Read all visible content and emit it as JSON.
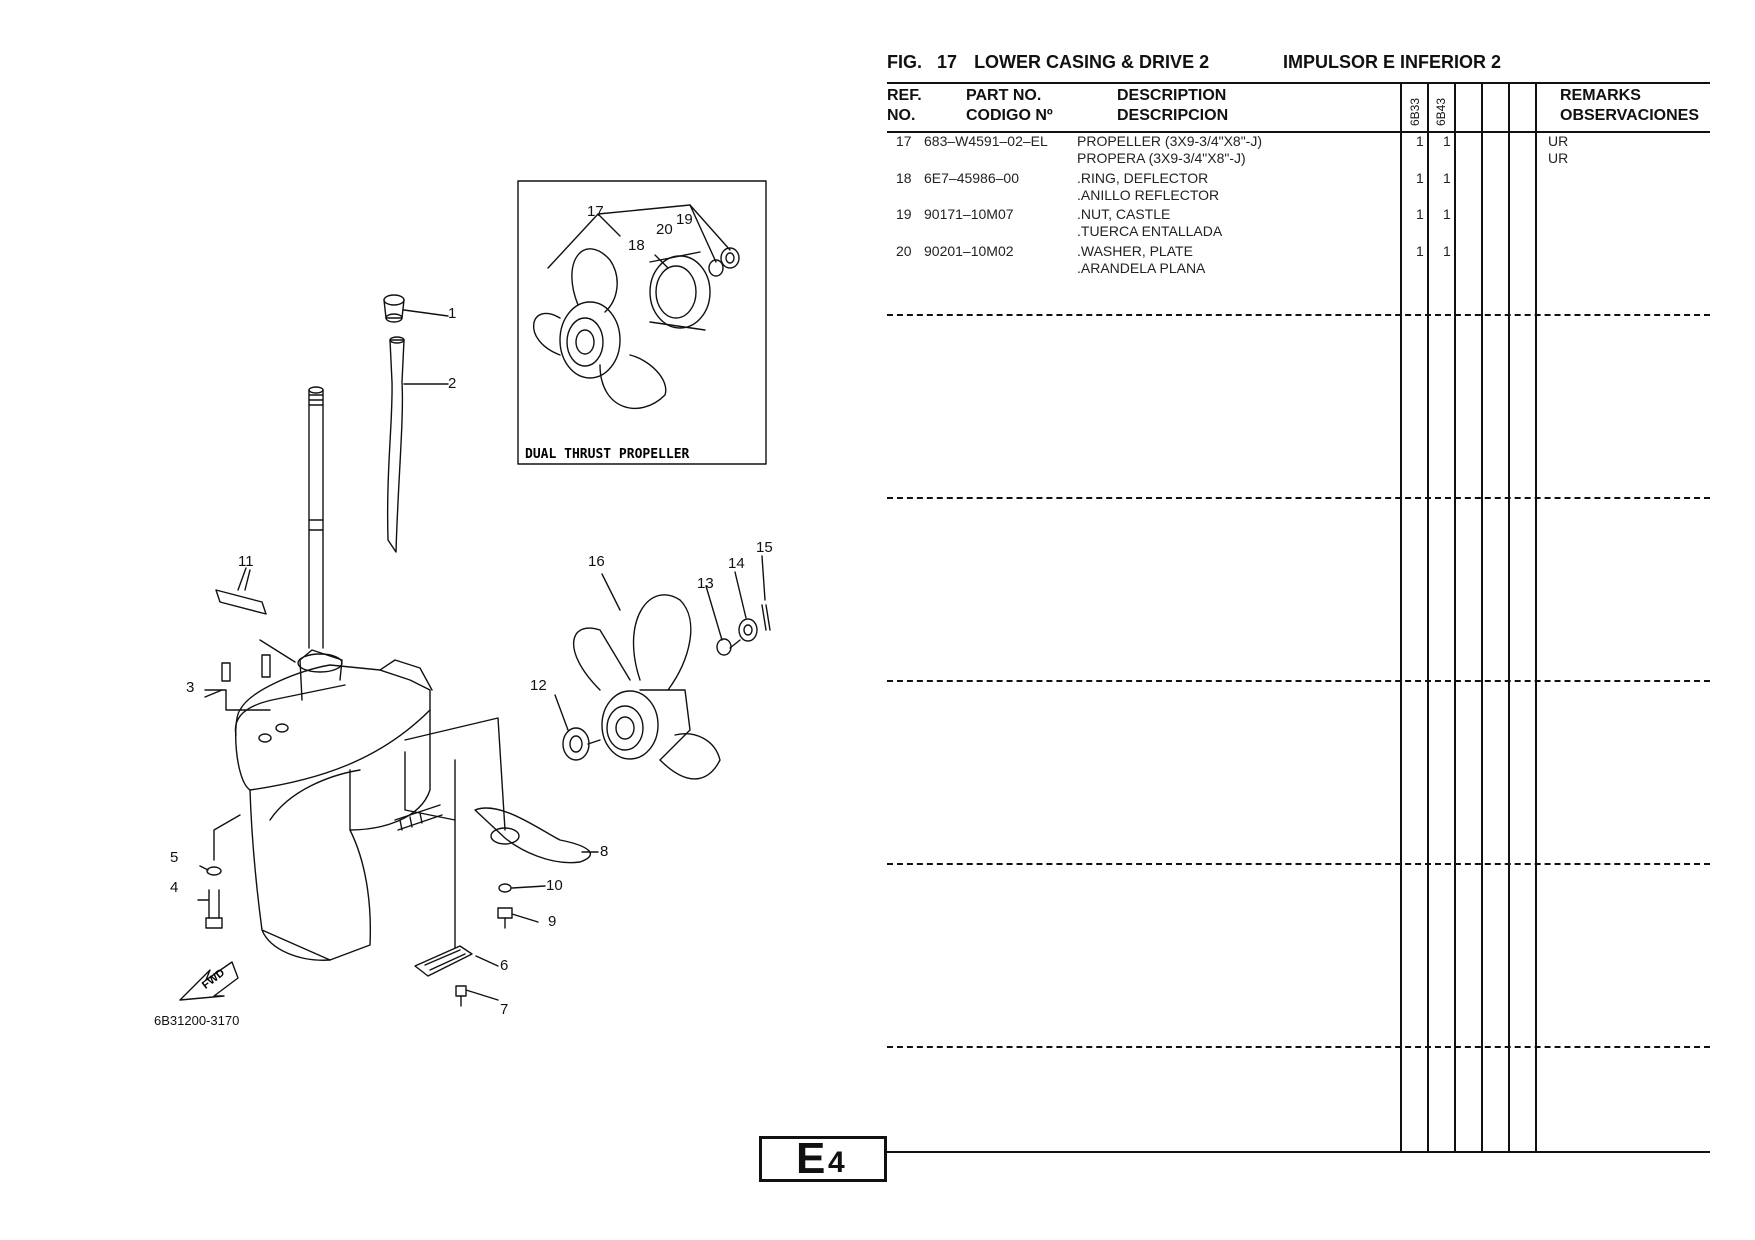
{
  "figure": {
    "fig_label": "FIG.",
    "fig_number": "17",
    "title_en": "LOWER CASING & DRIVE 2",
    "title_es": "IMPULSOR E INFERIOR 2"
  },
  "table_header": {
    "ref_en": "REF.",
    "ref_es": "NO.",
    "part_en": "PART NO.",
    "part_es": "CODIGO Nº",
    "desc_en": "DESCRIPTION",
    "desc_es": "DESCRIPCION",
    "model_cols": [
      "6B33",
      "6B43"
    ],
    "remarks_en": "REMARKS",
    "remarks_es": "OBSERVACIONES"
  },
  "parts": [
    {
      "ref": "17",
      "part_no": "683–W4591–02–EL",
      "desc_en": "PROPELLER (3X9-3/4\"X8\"-J)",
      "desc_es": "PROPERA (3X9-3/4\"X8\"-J)",
      "qty": [
        "1",
        "1"
      ],
      "remarks_en": "UR",
      "remarks_es": "UR"
    },
    {
      "ref": "18",
      "part_no": "6E7–45986–00",
      "desc_en": ".RING, DEFLECTOR",
      "desc_es": ".ANILLO REFLECTOR",
      "qty": [
        "1",
        "1"
      ],
      "remarks_en": "",
      "remarks_es": ""
    },
    {
      "ref": "19",
      "part_no": "90171–10M07",
      "desc_en": ".NUT, CASTLE",
      "desc_es": ".TUERCA  ENTALLADA",
      "qty": [
        "1",
        "1"
      ],
      "remarks_en": "",
      "remarks_es": ""
    },
    {
      "ref": "20",
      "part_no": "90201–10M02",
      "desc_en": ".WASHER, PLATE",
      "desc_es": ".ARANDELA PLANA",
      "qty": [
        "1",
        "1"
      ],
      "remarks_en": "",
      "remarks_es": ""
    }
  ],
  "diagram": {
    "inset_caption": "DUAL THRUST PROPELLER",
    "drawing_code": "6B31200-3170",
    "fwd_label": "FWD",
    "callouts": [
      "1",
      "2",
      "3",
      "4",
      "5",
      "6",
      "7",
      "8",
      "9",
      "10",
      "11",
      "12",
      "13",
      "14",
      "15",
      "16",
      "17",
      "18",
      "19",
      "20"
    ]
  },
  "page_tab": {
    "letter": "E",
    "number": "4"
  }
}
